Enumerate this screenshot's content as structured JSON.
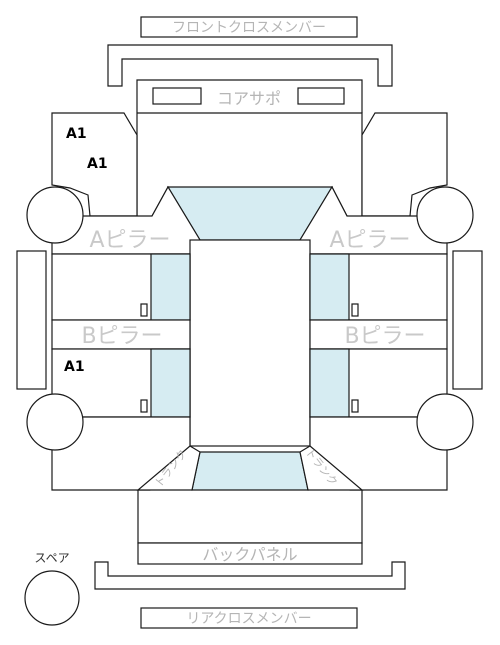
{
  "labels": {
    "front_cross_member": "フロントクロスメンバー",
    "core_support": "コアサポ",
    "a_pillar_left": "Aピラー",
    "a_pillar_right": "Aピラー",
    "b_pillar_left": "Bピラー",
    "b_pillar_right": "Bピラー",
    "trunk_left": "トランク",
    "trunk_right": "トランク",
    "back_panel": "バックパネル",
    "rear_cross_member": "リアクロスメンバー",
    "spare": "スペア"
  },
  "marks": {
    "front_left_1": "A1",
    "front_left_2": "A1",
    "rear_left": "A1"
  },
  "colors": {
    "glass": "#d6ecf2",
    "outline": "#1a1a1a",
    "label_gray": "#b5b5b5"
  }
}
